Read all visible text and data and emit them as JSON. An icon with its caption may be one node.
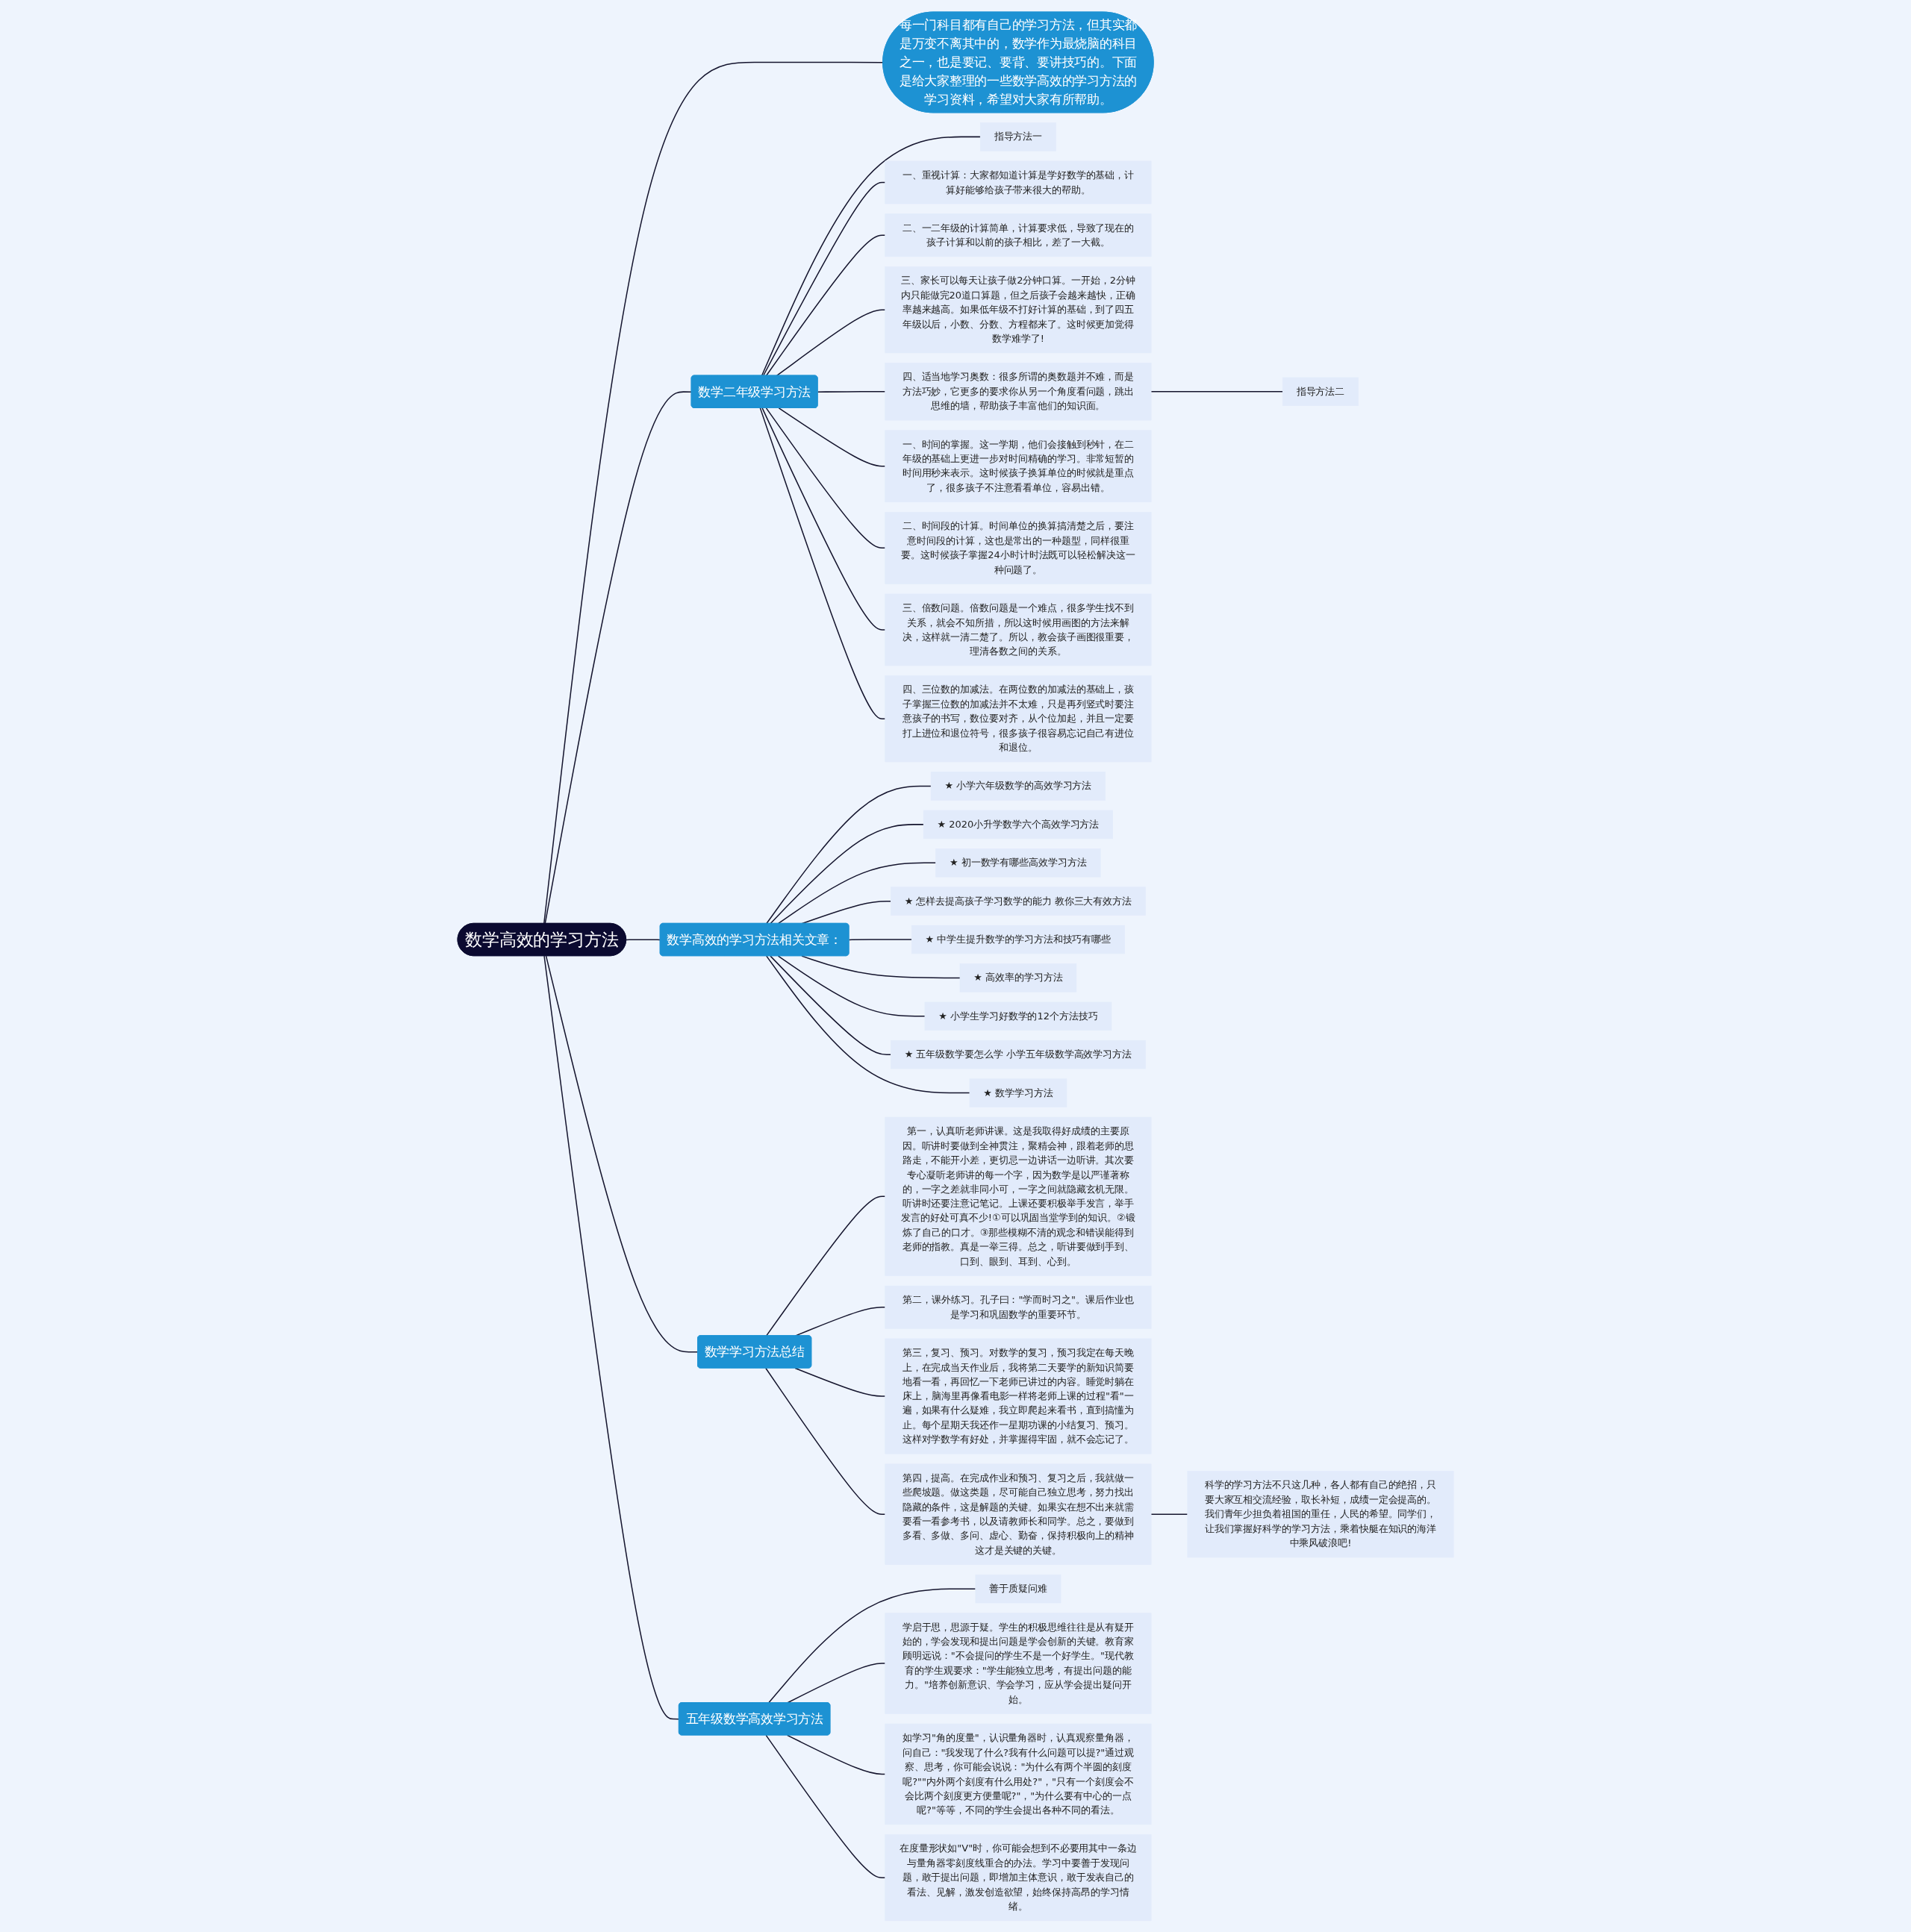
{
  "diagram": {
    "nodes": [
      {
        "text": [
          "数学高效的学习方法"
        ]
      },
      {
        "text": [
          "每一门科目都有自己的学习方法，但其实都是万变不离其中的，数学作为最烧脑的科目之一，也是要记、要背、要讲技巧的。下面是给大家整理的一些数学高效的学习方法的学习资料，希望对大家有所帮助。"
        ]
      },
      {
        "text": [
          "数学二年级学习方法"
        ]
      },
      {
        "text": [
          "指导方法一"
        ]
      },
      {
        "text": [
          "一、重视计算：大家都知道计算是学好数学的基础，计算好能够给孩子带来很大的帮助。"
        ]
      },
      {
        "text": [
          "二、一二年级的计算简单，计算要求低，导致了现在的孩子计算和以前的孩子相比，差了一大截。"
        ]
      },
      {
        "text": [
          "三、家长可以每天让孩子做2分钟口算。一开始，2分钟内只能做完20道口算题，但之后孩子会越来越快，正确率越来越高。如果低年级不打好计算的基础，到了四五年级以后，小数、分数、方程都来了。这时候更加觉得数学难学了!"
        ]
      },
      {
        "text": [
          "四、适当地学习奥数：很多所谓的奥数题并不难，而是方法巧妙，它更多的要求你从另一个角度看问题，跳出思维的墙，帮助孩子丰富他们的知识面。"
        ]
      },
      {
        "text": [
          "指导方法二"
        ]
      },
      {
        "text": [
          "一、时间的掌握。这一学期，他们会接触到秒针，在二年级的基础上更进一步对时间精确的学习。非常短暂的时间用秒来表示。这时候孩子换算单位的时候就是重点了，很多孩子不注意看看单位，容易出错。"
        ]
      },
      {
        "text": [
          "二、时间段的计算。时间单位的换算搞清楚之后，要注意时间段的计算，这也是常出的一种题型，同样很重要。这时候孩子掌握24小时计时法既可以轻松解决这一种问题了。"
        ]
      },
      {
        "text": [
          "三、倍数问题。倍数问题是一个难点，很多学生找不到关系，就会不知所措，所以这时候用画图的方法来解决，这样就一清二楚了。所以，教会孩子画图很重要，理清各数之间的关系。"
        ]
      },
      {
        "text": [
          "四、三位数的加减法。在两位数的加减法的基础上，孩子掌握三位数的加减法并不太难，只是再列竖式时要注意孩子的书写，数位要对齐，从个位加起，并且一定要打上进位和退位符号，很多孩子很容易忘记自己有进位和退位。"
        ]
      },
      {
        "text": [
          "数学高效的学习方法相关文章："
        ]
      },
      {
        "text": [
          "★ 小学六年级数学的高效学习方法"
        ]
      },
      {
        "text": [
          "★ 2020小升学数学六个高效学习方法"
        ]
      },
      {
        "text": [
          "★ 初一数学有哪些高效学习方法"
        ]
      },
      {
        "text": [
          "★ 怎样去提高孩子学习数学的能力 教你三大有效方法"
        ]
      },
      {
        "text": [
          "★ 中学生提升数学的学习方法和技巧有哪些"
        ]
      },
      {
        "text": [
          "★ 高效率的学习方法"
        ]
      },
      {
        "text": [
          "★ 小学生学习好数学的12个方法技巧"
        ]
      },
      {
        "text": [
          "★ 五年级数学要怎么学 小学五年级数学高效学习方法"
        ]
      },
      {
        "text": [
          "★ 数学学习方法"
        ]
      },
      {
        "text": [
          "数学学习方法总结"
        ]
      },
      {
        "text": [
          "第一，认真听老师讲课。这是我取得好成绩的主要原因。听讲时要做到全神贯注，聚精会神，跟着老师的思路走，不能开小差，更切忌一边讲话一边听讲。其次要专心凝听老师讲的每一个字，因为数学是以严谨著称的，一字之差就非同小可，一字之间就隐藏玄机无限。听讲时还要注意记笔记。上课还要积极举手发言，举手发言的好处可真不少!①可以巩固当堂学到的知识。②锻炼了自己的口才。③那些模糊不清的观念和错误能得到老师的指教。真是一举三得。总之，听讲要做到手到、口到、眼到、耳到、心到。"
        ]
      },
      {
        "text": [
          "第二，课外练习。孔子曰：\"学而时习之\"。课后作业也是学习和巩固数学的重要环节。"
        ]
      },
      {
        "text": [
          "第三，复习、预习。对数学的复习，预习我定在每天晚上，在完成当天作业后，我将第二天要学的新知识简要地看一看，再回忆一下老师已讲过的内容。睡觉时躺在床上，脑海里再像看电影一样将老师上课的过程\"看\"一遍，如果有什么疑难，我立即爬起来看书，直到搞懂为止。每个星期天我还作一星期功课的小结复习、预习。这样对学数学有好处，并掌握得牢固，就不会忘记了。"
        ]
      },
      {
        "text": [
          "第四，提高。在完成作业和预习、复习之后，我就做一些爬坡题。做这类题，尽可能自己独立思考，努力找出隐藏的条件，这是解题的关键。如果实在想不出来就需要看一看参考书，以及请教师长和同学。总之，要做到多看、多做、多问、虚心、勤奋，保持积极向上的精神这才是关键的关键。"
        ]
      },
      {
        "text": [
          "科学的学习方法不只这几种，各人都有自己的绝招，只要大家互相交流经验，取长补短，成绩一定会提高的。我们青年少担负着祖国的重任，人民的希望。同学们，让我们掌握好科学的学习方法，乘着快艇在知识的海洋中乘风破浪吧!"
        ]
      },
      {
        "text": [
          "五年级数学高效学习方法"
        ]
      },
      {
        "text": [
          "善于质疑问难"
        ]
      },
      {
        "text": [
          "学启于思，思源于疑。学生的积极思维往往是从有疑开始的，学会发现和提出问题是学会创新的关键。教育家顾明远说：\"不会提问的学生不是一个好学生。\"现代教育的学生观要求：\"学生能独立思考，有提出问题的能力。\"培养创新意识、学会学习，应从学会提出疑问开始。"
        ]
      },
      {
        "text": [
          "如学习\"角的度量\"，认识量角器时，认真观察量角器，问自己：\"我发现了什么?我有什么问题可以提?\"通过观察、思考，你可能会说说：\"为什么有两个半圆的刻度呢?\"\"内外两个刻度有什么用处?\"，\"只有一个刻度会不会比两个刻度更方便量呢?\"，\"为什么要有中心的一点呢?\"等等，不同的学生会提出各种不同的看法。"
        ]
      },
      {
        "text": [
          "在度量形状如\"V\"时，你可能会想到不必要用其中一条边与量角器零刻度线重合的办法。学习中要善于发现问题，敢于提出问题，即增加主体意识，敢于发表自己的看法、见解，激发创造欲望，始终保持高昂的学习情绪。"
        ]
      }
    ],
    "edges": [
      {
        "from": 0,
        "to": 1,
        "arrow": "none"
      },
      {
        "from": 0,
        "to": 2,
        "arrow": "none"
      },
      {
        "from": 2,
        "to": 3,
        "arrow": "none"
      },
      {
        "from": 2,
        "to": 4,
        "arrow": "none"
      },
      {
        "from": 2,
        "to": 5,
        "arrow": "none"
      },
      {
        "from": 2,
        "to": 6,
        "arrow": "none"
      },
      {
        "from": 2,
        "to": 7,
        "arrow": "none"
      },
      {
        "from": 7,
        "to": 8,
        "arrow": "none"
      },
      {
        "from": 2,
        "to": 9,
        "arrow": "none"
      },
      {
        "from": 2,
        "to": 10,
        "arrow": "none"
      },
      {
        "from": 2,
        "to": 11,
        "arrow": "none"
      },
      {
        "from": 2,
        "to": 12,
        "arrow": "none"
      },
      {
        "from": 0,
        "to": 13,
        "arrow": "none"
      },
      {
        "from": 13,
        "to": 14,
        "arrow": "none"
      },
      {
        "from": 13,
        "to": 15,
        "arrow": "none"
      },
      {
        "from": 13,
        "to": 16,
        "arrow": "none"
      },
      {
        "from": 13,
        "to": 17,
        "arrow": "none"
      },
      {
        "from": 13,
        "to": 18,
        "arrow": "none"
      },
      {
        "from": 13,
        "to": 19,
        "arrow": "none"
      },
      {
        "from": 13,
        "to": 20,
        "arrow": "none"
      },
      {
        "from": 13,
        "to": 21,
        "arrow": "none"
      },
      {
        "from": 13,
        "to": 22,
        "arrow": "none"
      },
      {
        "from": 0,
        "to": 23,
        "arrow": "none"
      },
      {
        "from": 23,
        "to": 24,
        "arrow": "none"
      },
      {
        "from": 23,
        "to": 25,
        "arrow": "none"
      },
      {
        "from": 23,
        "to": 26,
        "arrow": "none"
      },
      {
        "from": 23,
        "to": 27,
        "arrow": "none"
      },
      {
        "from": 27,
        "to": 28,
        "arrow": "none"
      },
      {
        "from": 0,
        "to": 29,
        "arrow": "none"
      },
      {
        "from": 29,
        "to": 30,
        "arrow": "none"
      },
      {
        "from": 29,
        "to": 31,
        "arrow": "none"
      },
      {
        "from": 29,
        "to": 32,
        "arrow": "none"
      },
      {
        "from": 29,
        "to": 33,
        "arrow": "none"
      }
    ]
  }
}
